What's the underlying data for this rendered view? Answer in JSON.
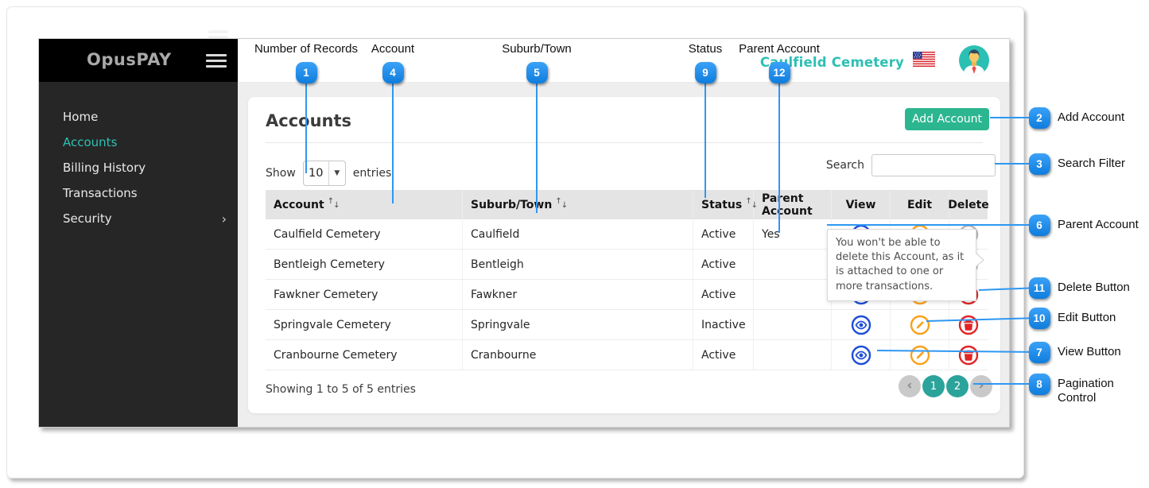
{
  "app": {
    "logo": "OpusPAY",
    "sidebar": {
      "items": [
        {
          "label": "Home"
        },
        {
          "label": "Accounts",
          "active": true
        },
        {
          "label": "Billing History"
        },
        {
          "label": "Transactions"
        },
        {
          "label": "Security",
          "has_submenu": true
        }
      ]
    },
    "header": {
      "account_name": "Caulfield Cemetery",
      "flag": "us-flag"
    },
    "page": {
      "title": "Accounts",
      "add_button": "Add Account",
      "show_label": "Show",
      "page_size": "10",
      "entries_label": "entries",
      "search_label": "Search",
      "search_value": ""
    },
    "table": {
      "columns": [
        {
          "label": "Account",
          "sortable": true
        },
        {
          "label": "Suburb/Town",
          "sortable": true
        },
        {
          "label": "Status",
          "sortable": true
        },
        {
          "label": "Parent Account",
          "sortable": false
        },
        {
          "label": "View",
          "sortable": false
        },
        {
          "label": "Edit",
          "sortable": false
        },
        {
          "label": "Delete",
          "sortable": false
        }
      ],
      "rows": [
        {
          "account": "Caulfield Cemetery",
          "suburb": "Caulfield",
          "status": "Active",
          "parent_account": "Yes",
          "delete_disabled": true
        },
        {
          "account": "Bentleigh Cemetery",
          "suburb": "Bentleigh",
          "status": "Active",
          "parent_account": "",
          "delete_disabled": true
        },
        {
          "account": "Fawkner Cemetery",
          "suburb": "Fawkner",
          "status": "Active",
          "parent_account": "",
          "delete_disabled": false
        },
        {
          "account": "Springvale Cemetery",
          "suburb": "Springvale",
          "status": "Inactive",
          "parent_account": "",
          "delete_disabled": false
        },
        {
          "account": "Cranbourne Cemetery",
          "suburb": "Cranbourne",
          "status": "Active",
          "parent_account": "",
          "delete_disabled": false
        }
      ],
      "summary": "Showing 1 to 5 of 5 entries",
      "pages": [
        "1",
        "2"
      ]
    },
    "tooltip": "You won't be able to delete this Account, as it is attached to one or more transactions."
  },
  "annotations": {
    "top": [
      {
        "num": "1",
        "label": "Number of Records"
      },
      {
        "num": "4",
        "label": "Account"
      },
      {
        "num": "5",
        "label": "Suburb/Town"
      },
      {
        "num": "9",
        "label": "Status"
      },
      {
        "num": "12",
        "label": "Parent Account"
      }
    ],
    "right": [
      {
        "num": "2",
        "label": "Add Account"
      },
      {
        "num": "3",
        "label": "Search Filter"
      },
      {
        "num": "6",
        "label": "Parent Account"
      },
      {
        "num": "11",
        "label": "Delete Button"
      },
      {
        "num": "10",
        "label": "Edit Button"
      },
      {
        "num": "7",
        "label": "View Button"
      },
      {
        "num": "8",
        "label": "Pagination Control"
      }
    ]
  },
  "colors": {
    "accent_teal": "#2cc0b4",
    "button_green": "#2cb690",
    "badge_blue": "#0f7ddd",
    "line_blue": "#2e97f2",
    "view_blue": "#1d4ed8",
    "edit_orange": "#f9a01b",
    "delete_red": "#e02424",
    "disabled_gray": "#b5b5b5",
    "pagination_teal": "#2ba39b"
  }
}
